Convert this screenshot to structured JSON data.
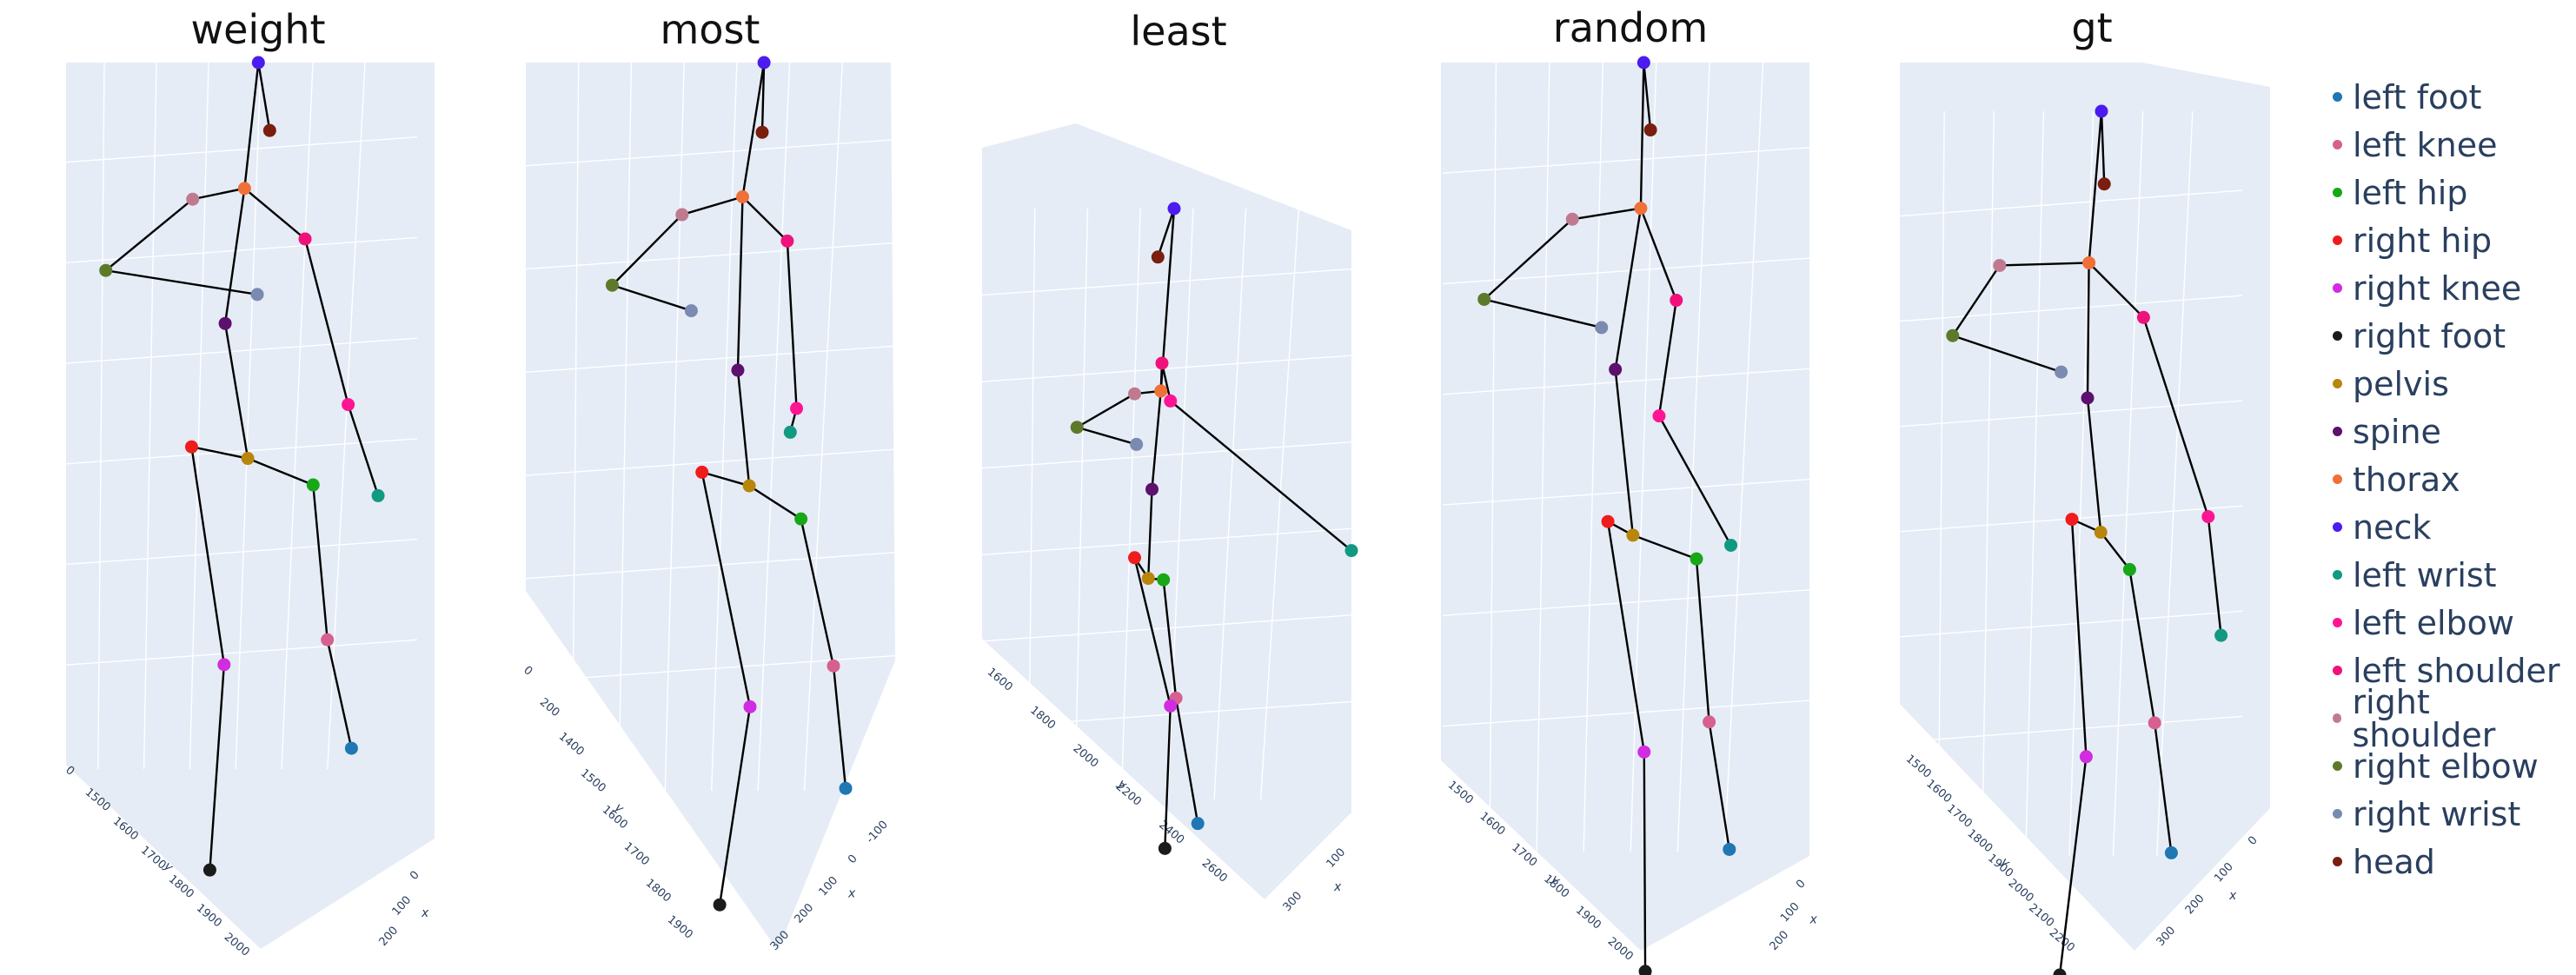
{
  "chart_data": {
    "type": "scatter3d",
    "joint_names": [
      "left foot",
      "left knee",
      "left hip",
      "right hip",
      "right knee",
      "right foot",
      "pelvis",
      "spine",
      "thorax",
      "neck",
      "left wrist",
      "left elbow",
      "left shoulder",
      "right shoulder",
      "right elbow",
      "right wrist",
      "head"
    ],
    "joint_colors": [
      "#1f77b4",
      "#d6608f",
      "#17a717",
      "#ef1c1c",
      "#d12ce0",
      "#1b1b1b",
      "#b8860b",
      "#5d106e",
      "#f07038",
      "#4b1bf0",
      "#119982",
      "#ff1493",
      "#f0127a",
      "#c07a90",
      "#5d7a2b",
      "#7a8ab0",
      "#7a1e0f"
    ],
    "bones": [
      [
        6,
        2
      ],
      [
        2,
        1
      ],
      [
        1,
        0
      ],
      [
        6,
        3
      ],
      [
        3,
        4
      ],
      [
        4,
        5
      ],
      [
        6,
        7
      ],
      [
        7,
        8
      ],
      [
        8,
        9
      ],
      [
        9,
        16
      ],
      [
        8,
        12
      ],
      [
        12,
        11
      ],
      [
        11,
        10
      ],
      [
        8,
        13
      ],
      [
        13,
        14
      ],
      [
        14,
        15
      ]
    ],
    "legend": [
      "left foot",
      "left knee",
      "left hip",
      "right hip",
      "right knee",
      "right foot",
      "pelvis",
      "spine",
      "thorax",
      "neck",
      "left wrist",
      "left elbow",
      "left shoulder",
      "right shoulder",
      "right elbow",
      "right wrist",
      "head"
    ],
    "panels": [
      {
        "title": "weight",
        "y_ticks": [
          "0",
          "1500",
          "1600",
          "1700",
          "1800",
          "1900",
          "2000"
        ],
        "x_ticks": [
          "0",
          "100",
          "200"
        ],
        "x_axis_label": "x",
        "y_axis_label": "y",
        "joints": [
          [
            0.82,
            0.828
          ],
          [
            0.754,
            0.697
          ],
          [
            0.715,
            0.51
          ],
          [
            0.382,
            0.464
          ],
          [
            0.471,
            0.727
          ],
          [
            0.432,
            0.975
          ],
          [
            0.536,
            0.478
          ],
          [
            0.474,
            0.315
          ],
          [
            0.527,
            0.152
          ],
          [
            0.565,
            0.0
          ],
          [
            0.893,
            0.523
          ],
          [
            0.811,
            0.413
          ],
          [
            0.693,
            0.213
          ],
          [
            0.385,
            0.165
          ],
          [
            0.147,
            0.251
          ],
          [
            0.562,
            0.28
          ],
          [
            0.596,
            0.082
          ]
        ]
      },
      {
        "title": "most",
        "y_ticks": [
          "0",
          "200",
          "1400",
          "1500",
          "1600",
          "1700",
          "1800",
          "1900"
        ],
        "x_ticks": [
          "-100",
          "0",
          "100",
          "200",
          "300"
        ],
        "x_axis_label": "x",
        "y_axis_label": "y",
        "joints": [
          [
            0.866,
            0.854
          ],
          [
            0.833,
            0.71
          ],
          [
            0.745,
            0.537
          ],
          [
            0.477,
            0.482
          ],
          [
            0.607,
            0.758
          ],
          [
            0.525,
            0.991
          ],
          [
            0.605,
            0.498
          ],
          [
            0.574,
            0.362
          ],
          [
            0.587,
            0.158
          ],
          [
            0.645,
            0.0
          ],
          [
            0.716,
            0.435
          ],
          [
            0.733,
            0.407
          ],
          [
            0.708,
            0.21
          ],
          [
            0.423,
            0.179
          ],
          [
            0.234,
            0.262
          ],
          [
            0.448,
            0.292
          ],
          [
            0.64,
            0.082
          ]
        ]
      },
      {
        "title": "least",
        "y_ticks": [
          "1600",
          "1800",
          "2000",
          "2200",
          "2400",
          "2600"
        ],
        "x_ticks": [
          "100",
          "300"
        ],
        "x_axis_label": "x",
        "y_axis_label": "y",
        "joints": [
          [
            0.584,
            0.863
          ],
          [
            0.525,
            0.687
          ],
          [
            0.491,
            0.521
          ],
          [
            0.413,
            0.49
          ],
          [
            0.51,
            0.698
          ],
          [
            0.495,
            0.898
          ],
          [
            0.45,
            0.519
          ],
          [
            0.46,
            0.394
          ],
          [
            0.484,
            0.256
          ],
          [
            0.52,
            0.0
          ],
          [
            1.0,
            0.48
          ],
          [
            0.51,
            0.27
          ],
          [
            0.487,
            0.217
          ],
          [
            0.413,
            0.26
          ],
          [
            0.257,
            0.307
          ],
          [
            0.418,
            0.331
          ],
          [
            0.476,
            0.068
          ]
        ]
      },
      {
        "title": "random",
        "y_ticks": [
          "1500",
          "1600",
          "1700",
          "1800",
          "1900",
          "2000"
        ],
        "x_ticks": [
          "0",
          "100",
          "200"
        ],
        "x_axis_label": "x",
        "y_axis_label": "y",
        "joints": [
          [
            0.767,
            0.864
          ],
          [
            0.713,
            0.724
          ],
          [
            0.679,
            0.545
          ],
          [
            0.442,
            0.504
          ],
          [
            0.539,
            0.757
          ],
          [
            0.542,
            0.998
          ],
          [
            0.509,
            0.519
          ],
          [
            0.462,
            0.337
          ],
          [
            0.53,
            0.16
          ],
          [
            0.538,
            0.0
          ],
          [
            0.771,
            0.53
          ],
          [
            0.579,
            0.388
          ],
          [
            0.625,
            0.261
          ],
          [
            0.347,
            0.172
          ],
          [
            0.111,
            0.26
          ],
          [
            0.425,
            0.291
          ],
          [
            0.556,
            0.074
          ]
        ]
      },
      {
        "title": "gt",
        "y_ticks": [
          "1500",
          "1600",
          "1700",
          "1800",
          "1900",
          "2000",
          "2100",
          "2200"
        ],
        "x_ticks": [
          "0",
          "100",
          "200",
          "300"
        ],
        "x_axis_label": "x",
        "y_axis_label": "y",
        "joints": [
          [
            0.796,
            0.856
          ],
          [
            0.748,
            0.706
          ],
          [
            0.676,
            0.529
          ],
          [
            0.51,
            0.471
          ],
          [
            0.551,
            0.745
          ],
          [
            0.475,
            0.997
          ],
          [
            0.593,
            0.486
          ],
          [
            0.555,
            0.331
          ],
          [
            0.559,
            0.175
          ],
          [
            0.595,
            0.0
          ],
          [
            0.939,
            0.605
          ],
          [
            0.902,
            0.468
          ],
          [
            0.716,
            0.238
          ],
          [
            0.302,
            0.178
          ],
          [
            0.167,
            0.259
          ],
          [
            0.479,
            0.301
          ],
          [
            0.603,
            0.084
          ]
        ]
      }
    ]
  }
}
